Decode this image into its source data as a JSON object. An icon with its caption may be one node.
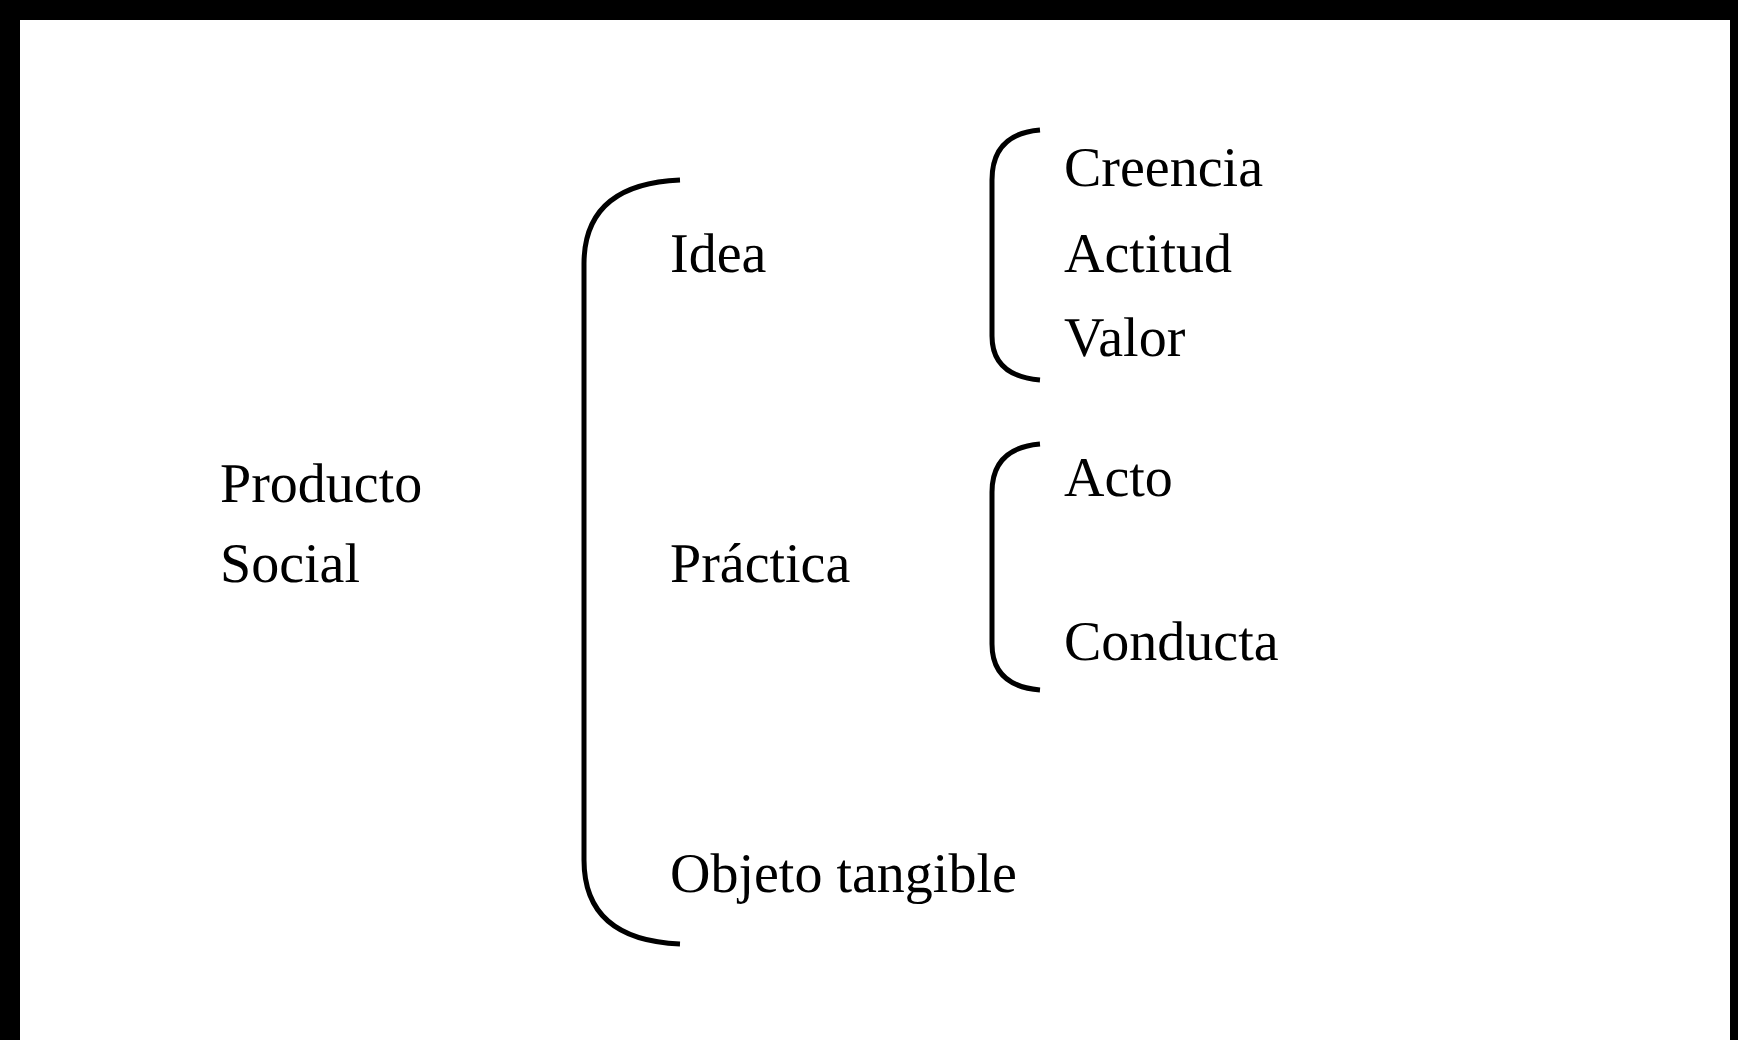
{
  "diagram": {
    "labels": [
      "Producto Social",
      "Idea",
      "Creencia",
      "Actitud",
      "Valor",
      "Práctica",
      "Acto",
      "Conducta",
      "Objeto tangible"
    ]
  }
}
